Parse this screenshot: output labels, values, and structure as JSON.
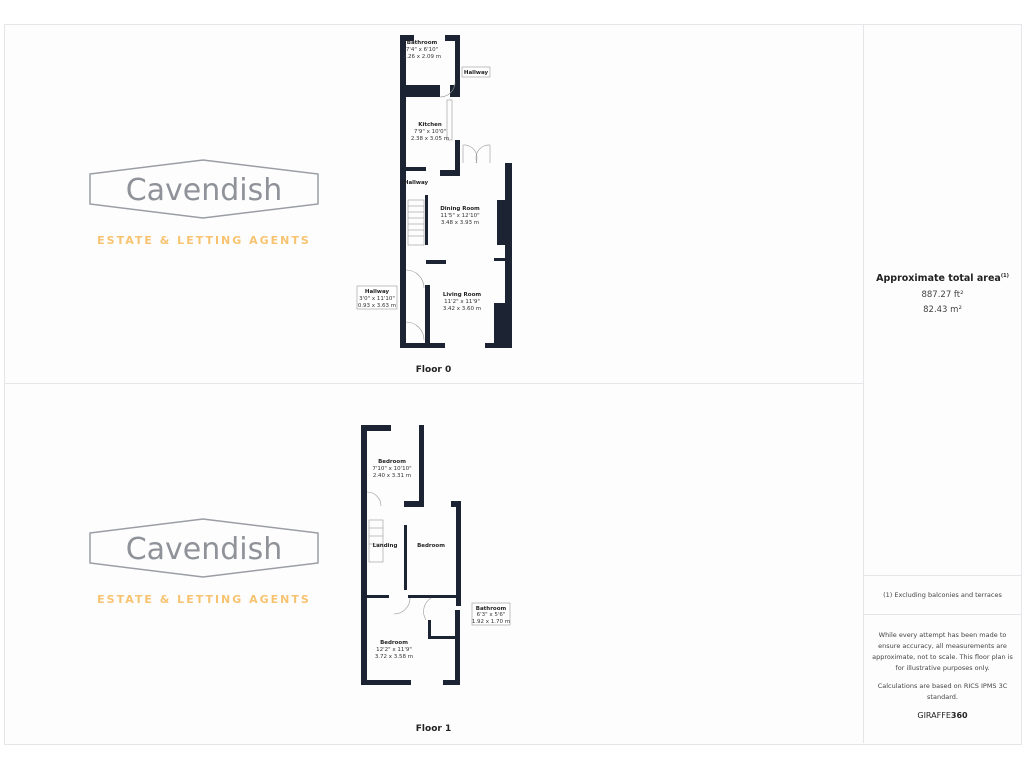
{
  "floors": [
    {
      "label": "Floor 0",
      "rooms": [
        {
          "name": "Bathroom",
          "imperial": "7'4\" x 6'10\"",
          "metric": "2.26 x 2.09 m"
        },
        {
          "name": "Hallway"
        },
        {
          "name": "Kitchen",
          "imperial": "7'9\" x 10'0\"",
          "metric": "2.38 x 3.05 m"
        },
        {
          "name": "Hallway"
        },
        {
          "name": "Dining Room",
          "imperial": "11'5\" x 12'10\"",
          "metric": "3.48 x 3.93 m"
        },
        {
          "name": "Hallway",
          "imperial": "3'0\" x 11'10\"",
          "metric": "0.93 x 3.63 m"
        },
        {
          "name": "Living Room",
          "imperial": "11'2\" x 11'9\"",
          "metric": "3.42 x 3.60 m"
        }
      ]
    },
    {
      "label": "Floor 1",
      "rooms": [
        {
          "name": "Bedroom",
          "imperial": "7'10\" x 10'10\"",
          "metric": "2.40 x 3.31 m"
        },
        {
          "name": "Landing"
        },
        {
          "name": "Bedroom"
        },
        {
          "name": "Bathroom",
          "imperial": "6'3\" x 5'6\"",
          "metric": "1.92 x 1.70 m"
        },
        {
          "name": "Bedroom",
          "imperial": "12'2\" x 11'9\"",
          "metric": "3.72 x 3.58 m"
        }
      ]
    }
  ],
  "watermark": {
    "brand": "Cavendish",
    "tagline": "ESTATE & LETTING AGENTS",
    "brand_color": "#6b6f78",
    "tagline_color": "#f5b041"
  },
  "sidebar": {
    "title": "Approximate total area",
    "title_sup": "(1)",
    "area_ft": "887.27 ft²",
    "area_m": "82.43 m²",
    "footnote": "(1) Excluding balconies and terraces",
    "disclaimer": "While every attempt has been made to ensure accuracy, all measurements are approximate, not to scale. This floor plan is for illustrative purposes only.",
    "calculations": "Calculations are based on RICS IPMS 3C standard.",
    "brand_a": "GIRAFFE",
    "brand_b": "360"
  }
}
